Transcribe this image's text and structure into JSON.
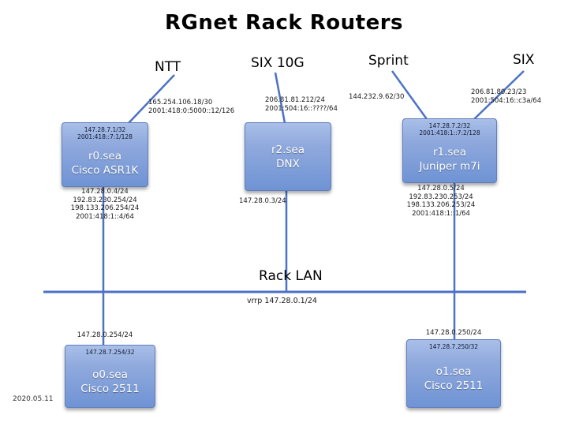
{
  "title": "RGnet Rack Routers",
  "date": "2020.05.11",
  "uplinks": {
    "ntt": {
      "label": "NTT",
      "addr": "165.254.106.18/30\n2001:418:0:5000::12/126"
    },
    "six10g": {
      "label": "SIX 10G",
      "addr": "206.81.81.212/24\n2001:504:16::????/64"
    },
    "sprint": {
      "label": "Sprint",
      "addr": "144.232.9.62/30"
    },
    "six": {
      "label": "SIX",
      "addr": "206.81.80.23/23\n2001:504:16::c3a/64"
    }
  },
  "routers": {
    "r0": {
      "name": "r0.sea",
      "model": "Cisco ASR1K",
      "loopback": "147.28.7.1/32\n2001:418::7:1/128",
      "lan_addrs": "147.28.0.4/24\n192.83.230.254/24\n198.133.206.254/24\n2001:418:1::4/64"
    },
    "r2": {
      "name": "r2.sea",
      "model": "DNX",
      "lan_addrs": "147.28.0.3/24"
    },
    "r1": {
      "name": "r1.sea",
      "model": "Juniper m7i",
      "loopback": "147.28.7.2/32\n2001:418:1::7:2/128",
      "lan_addrs": "147.28.0.5/24\n192.83.230.253/24\n198.133.206.253/24\n2001:418:1::1/64"
    },
    "o0": {
      "name": "o0.sea",
      "model": "Cisco 2511",
      "loopback": "147.28.7.254/32",
      "lan_addr": "147.28.0.254/24"
    },
    "o1": {
      "name": "o1.sea",
      "model": "Cisco 2511",
      "loopback": "147.28.7.250/32",
      "lan_addr": "147.28.0.250/24"
    }
  },
  "lan": {
    "label": "Rack LAN",
    "vrrp": "vrrp 147.28.0.1/24"
  },
  "colors": {
    "wire": "#4b72c4",
    "box_top": "#a9bfe8",
    "box_bottom": "#6f93d4"
  }
}
